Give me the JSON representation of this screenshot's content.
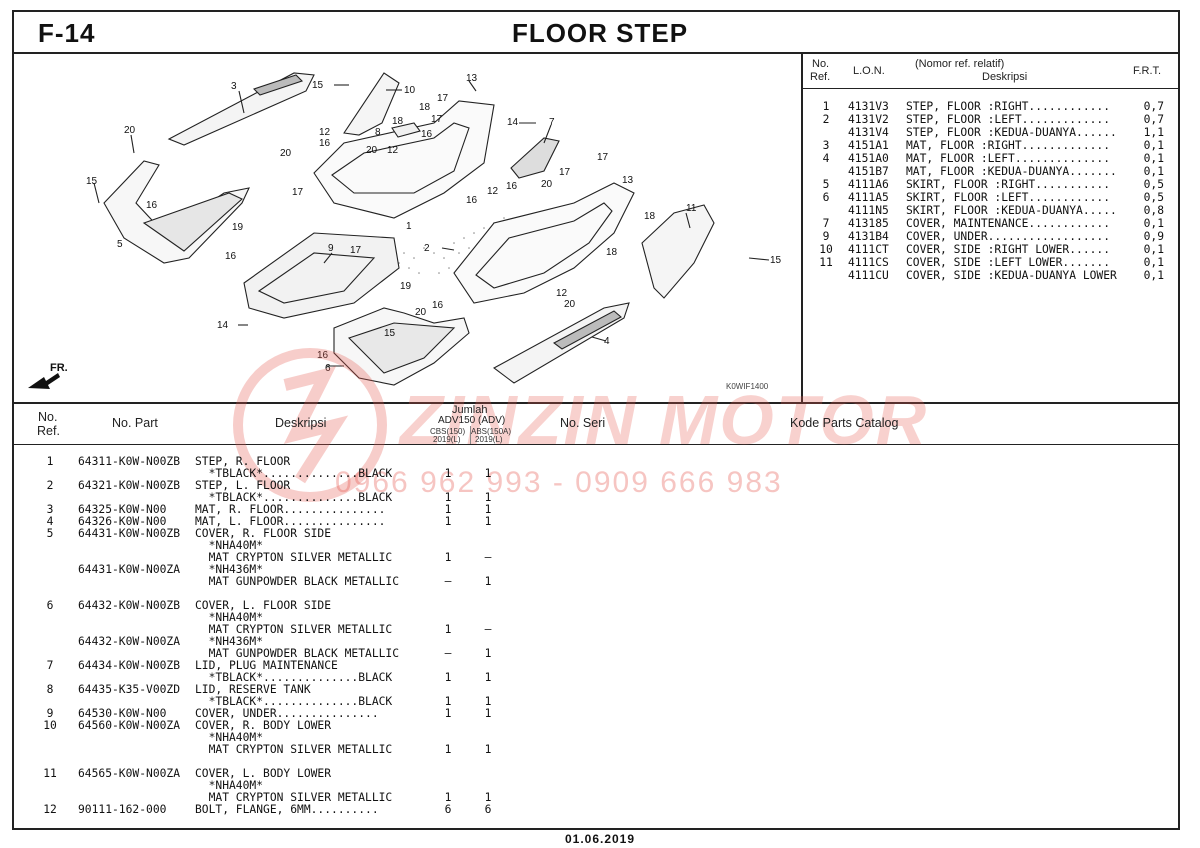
{
  "header": {
    "code": "F-14",
    "title": "FLOOR STEP"
  },
  "ref_table": {
    "headers": {
      "no_ref_1": "No.",
      "no_ref_2": "Ref.",
      "lon": "L.O.N.",
      "desc_1": "(Nomor ref. relatif)",
      "desc_2": "Deskripsi",
      "frt": "F.R.T."
    },
    "rows": [
      {
        "no": "1",
        "lon": "4131V3",
        "desc": "STEP, FLOOR :RIGHT............",
        "frt": "0,7"
      },
      {
        "no": "2",
        "lon": "4131V2",
        "desc": "STEP, FLOOR :LEFT.............",
        "frt": "0,7"
      },
      {
        "no": "",
        "lon": "4131V4",
        "desc": "STEP, FLOOR :KEDUA-DUANYA......",
        "frt": "1,1"
      },
      {
        "no": "3",
        "lon": "4151A1",
        "desc": "MAT, FLOOR :RIGHT.............",
        "frt": "0,1"
      },
      {
        "no": "4",
        "lon": "4151A0",
        "desc": "MAT, FLOOR :LEFT..............",
        "frt": "0,1"
      },
      {
        "no": "",
        "lon": "4151B7",
        "desc": "MAT, FLOOR :KEDUA-DUANYA.......",
        "frt": "0,1"
      },
      {
        "no": "5",
        "lon": "4111A6",
        "desc": "SKIRT, FLOOR :RIGHT...........",
        "frt": "0,5"
      },
      {
        "no": "6",
        "lon": "4111A5",
        "desc": "SKIRT, FLOOR :LEFT............",
        "frt": "0,5"
      },
      {
        "no": "",
        "lon": "4111N5",
        "desc": "SKIRT, FLOOR :KEDUA-DUANYA.....",
        "frt": "0,8"
      },
      {
        "no": "7",
        "lon": "413185",
        "desc": "COVER, MAINTENANCE............",
        "frt": "0,1"
      },
      {
        "no": "9",
        "lon": "4131B4",
        "desc": "COVER, UNDER..................",
        "frt": "0,9"
      },
      {
        "no": "10",
        "lon": "4111CT",
        "desc": "COVER, SIDE :RIGHT LOWER......",
        "frt": "0,1"
      },
      {
        "no": "11",
        "lon": "4111CS",
        "desc": "COVER, SIDE :LEFT LOWER.......",
        "frt": "0,1"
      },
      {
        "no": "",
        "lon": "4111CU",
        "desc": "COVER, SIDE :KEDUA-DUANYA LOWER",
        "frt": "0,1"
      }
    ]
  },
  "diagram": {
    "model_code": "K0WIF1400",
    "front_label": "FR.",
    "callouts": [
      "1",
      "2",
      "3",
      "4",
      "5",
      "6",
      "7",
      "8",
      "9",
      "10",
      "11",
      "12",
      "13",
      "14",
      "15",
      "16",
      "17",
      "18",
      "19",
      "20"
    ]
  },
  "parts_table": {
    "headers": {
      "no_ref_1": "No.",
      "no_ref_2": "Ref.",
      "no_part": "No. Part",
      "desc": "Deskripsi",
      "jumlah": "Jumlah",
      "jumlah_model": "ADV150 (ADV)",
      "q1_1": "CBS(150)",
      "q1_2": "2019(L)",
      "q2_1": "ABS(150A)",
      "q2_2": "2019(L)",
      "no_seri": "No. Seri",
      "kode": "Kode Parts Catalog"
    },
    "rows": [
      {
        "no": "1",
        "part": "64311-K0W-N00ZB",
        "desc": "STEP, R. FLOOR",
        "q1": "",
        "q2": ""
      },
      {
        "no": "",
        "part": "",
        "desc": "  *TBLACK*..............BLACK",
        "q1": "1",
        "q2": "1"
      },
      {
        "no": "2",
        "part": "64321-K0W-N00ZB",
        "desc": "STEP, L. FLOOR",
        "q1": "",
        "q2": ""
      },
      {
        "no": "",
        "part": "",
        "desc": "  *TBLACK*..............BLACK",
        "q1": "1",
        "q2": "1"
      },
      {
        "no": "3",
        "part": "64325-K0W-N00",
        "desc": "MAT, R. FLOOR...............",
        "q1": "1",
        "q2": "1"
      },
      {
        "no": "4",
        "part": "64326-K0W-N00",
        "desc": "MAT, L. FLOOR...............",
        "q1": "1",
        "q2": "1"
      },
      {
        "no": "5",
        "part": "64431-K0W-N00ZB",
        "desc": "COVER, R. FLOOR SIDE",
        "q1": "",
        "q2": ""
      },
      {
        "no": "",
        "part": "",
        "desc": "  *NHA40M*",
        "q1": "",
        "q2": ""
      },
      {
        "no": "",
        "part": "",
        "desc": "  MAT CRYPTON SILVER METALLIC",
        "q1": "1",
        "q2": "–"
      },
      {
        "no": "",
        "part": "64431-K0W-N00ZA",
        "desc": "  *NH436M*",
        "q1": "",
        "q2": ""
      },
      {
        "no": "",
        "part": "",
        "desc": "  MAT GUNPOWDER BLACK METALLIC",
        "q1": "–",
        "q2": "1"
      },
      {
        "no": "",
        "part": "",
        "desc": "",
        "q1": "",
        "q2": ""
      },
      {
        "no": "6",
        "part": "64432-K0W-N00ZB",
        "desc": "COVER, L. FLOOR SIDE",
        "q1": "",
        "q2": ""
      },
      {
        "no": "",
        "part": "",
        "desc": "  *NHA40M*",
        "q1": "",
        "q2": ""
      },
      {
        "no": "",
        "part": "",
        "desc": "  MAT CRYPTON SILVER METALLIC",
        "q1": "1",
        "q2": "–"
      },
      {
        "no": "",
        "part": "64432-K0W-N00ZA",
        "desc": "  *NH436M*",
        "q1": "",
        "q2": ""
      },
      {
        "no": "",
        "part": "",
        "desc": "  MAT GUNPOWDER BLACK METALLIC",
        "q1": "–",
        "q2": "1"
      },
      {
        "no": "7",
        "part": "64434-K0W-N00ZB",
        "desc": "LID, PLUG MAINTENANCE",
        "q1": "",
        "q2": ""
      },
      {
        "no": "",
        "part": "",
        "desc": "  *TBLACK*..............BLACK",
        "q1": "1",
        "q2": "1"
      },
      {
        "no": "8",
        "part": "64435-K35-V00ZD",
        "desc": "LID, RESERVE TANK",
        "q1": "",
        "q2": ""
      },
      {
        "no": "",
        "part": "",
        "desc": "  *TBLACK*..............BLACK",
        "q1": "1",
        "q2": "1"
      },
      {
        "no": "9",
        "part": "64530-K0W-N00",
        "desc": "COVER, UNDER...............",
        "q1": "1",
        "q2": "1"
      },
      {
        "no": "10",
        "part": "64560-K0W-N00ZA",
        "desc": "COVER, R. BODY LOWER",
        "q1": "",
        "q2": ""
      },
      {
        "no": "",
        "part": "",
        "desc": "  *NHA40M*",
        "q1": "",
        "q2": ""
      },
      {
        "no": "",
        "part": "",
        "desc": "  MAT CRYPTON SILVER METALLIC",
        "q1": "1",
        "q2": "1"
      },
      {
        "no": "",
        "part": "",
        "desc": "",
        "q1": "",
        "q2": ""
      },
      {
        "no": "11",
        "part": "64565-K0W-N00ZA",
        "desc": "COVER, L. BODY LOWER",
        "q1": "",
        "q2": ""
      },
      {
        "no": "",
        "part": "",
        "desc": "  *NHA40M*",
        "q1": "",
        "q2": ""
      },
      {
        "no": "",
        "part": "",
        "desc": "  MAT CRYPTON SILVER METALLIC",
        "q1": "1",
        "q2": "1"
      },
      {
        "no": "12",
        "part": "90111-162-000",
        "desc": "BOLT, FLANGE, 6MM..........",
        "q1": "6",
        "q2": "6"
      }
    ]
  },
  "watermark": {
    "brand": "ZINZIN MOTOR",
    "phones": "0966 962 993 - 0909 666 983",
    "color": "#e65a50"
  },
  "footer": {
    "date": "01.06.2019"
  }
}
